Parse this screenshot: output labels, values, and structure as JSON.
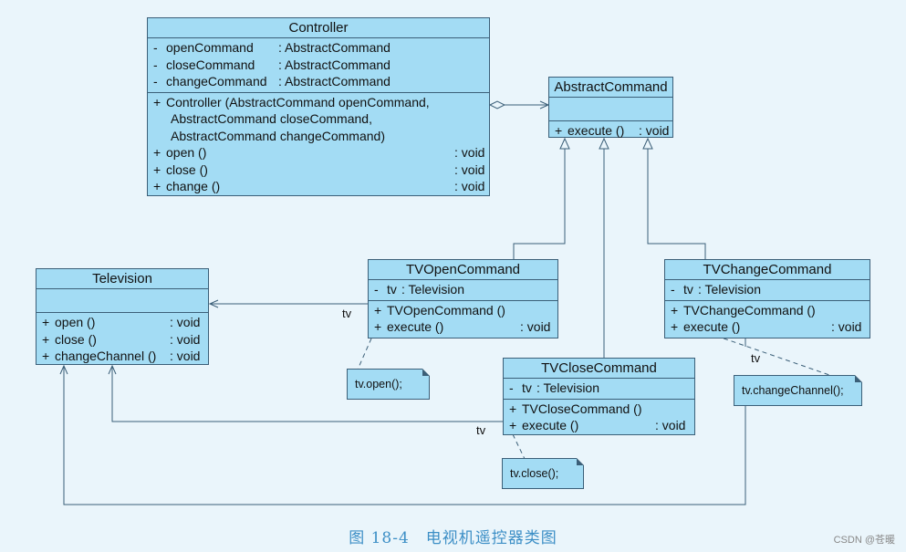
{
  "classes": {
    "controller": {
      "name": "Controller",
      "attributes": [
        {
          "vis": "-",
          "name": "openCommand",
          "type": ": AbstractCommand"
        },
        {
          "vis": "-",
          "name": "closeCommand",
          "type": ": AbstractCommand"
        },
        {
          "vis": "-",
          "name": "changeCommand",
          "type": ": AbstractCommand"
        }
      ],
      "constructor": {
        "vis": "+",
        "lines": [
          "Controller (AbstractCommand openCommand,",
          "AbstractCommand closeCommand,",
          "AbstractCommand changeCommand)"
        ]
      },
      "methods": [
        {
          "vis": "+",
          "name": "open ()",
          "type": ": void"
        },
        {
          "vis": "+",
          "name": "close ()",
          "type": ": void"
        },
        {
          "vis": "+",
          "name": "change ()",
          "type": ": void"
        }
      ]
    },
    "abstract_command": {
      "name": "AbstractCommand",
      "methods": [
        {
          "vis": "+",
          "name": "execute ()",
          "type": ": void"
        }
      ]
    },
    "television": {
      "name": "Television",
      "methods": [
        {
          "vis": "+",
          "name": "open ()",
          "type": ": void"
        },
        {
          "vis": "+",
          "name": "close ()",
          "type": ": void"
        },
        {
          "vis": "+",
          "name": "changeChannel ()",
          "type": ": void"
        }
      ]
    },
    "tv_open_command": {
      "name": "TVOpenCommand",
      "attributes": [
        {
          "vis": "-",
          "name": "tv",
          "type": ": Television"
        }
      ],
      "methods": [
        {
          "vis": "+",
          "name": "TVOpenCommand ()",
          "type": ""
        },
        {
          "vis": "+",
          "name": "execute ()",
          "type": ": void"
        }
      ]
    },
    "tv_close_command": {
      "name": "TVCloseCommand",
      "attributes": [
        {
          "vis": "-",
          "name": "tv",
          "type": ": Television"
        }
      ],
      "methods": [
        {
          "vis": "+",
          "name": "TVCloseCommand ()",
          "type": ""
        },
        {
          "vis": "+",
          "name": "execute ()",
          "type": ": void"
        }
      ]
    },
    "tv_change_command": {
      "name": "TVChangeCommand",
      "attributes": [
        {
          "vis": "-",
          "name": "tv",
          "type": ": Television"
        }
      ],
      "methods": [
        {
          "vis": "+",
          "name": "TVChangeCommand ()",
          "type": ""
        },
        {
          "vis": "+",
          "name": "execute ()",
          "type": ": void"
        }
      ]
    }
  },
  "notes": {
    "open": "tv.open();",
    "close": "tv.close();",
    "change": "tv.changeChannel();"
  },
  "association_labels": {
    "open": "tv",
    "close": "tv",
    "change": "tv"
  },
  "caption": "图 18-4　电视机遥控器类图",
  "watermark": "CSDN @苍暖",
  "colors": {
    "class_fill": "#a3dcf4",
    "border": "#3b5f78",
    "background": "#eaf5fb",
    "caption": "#3d8fc6"
  }
}
